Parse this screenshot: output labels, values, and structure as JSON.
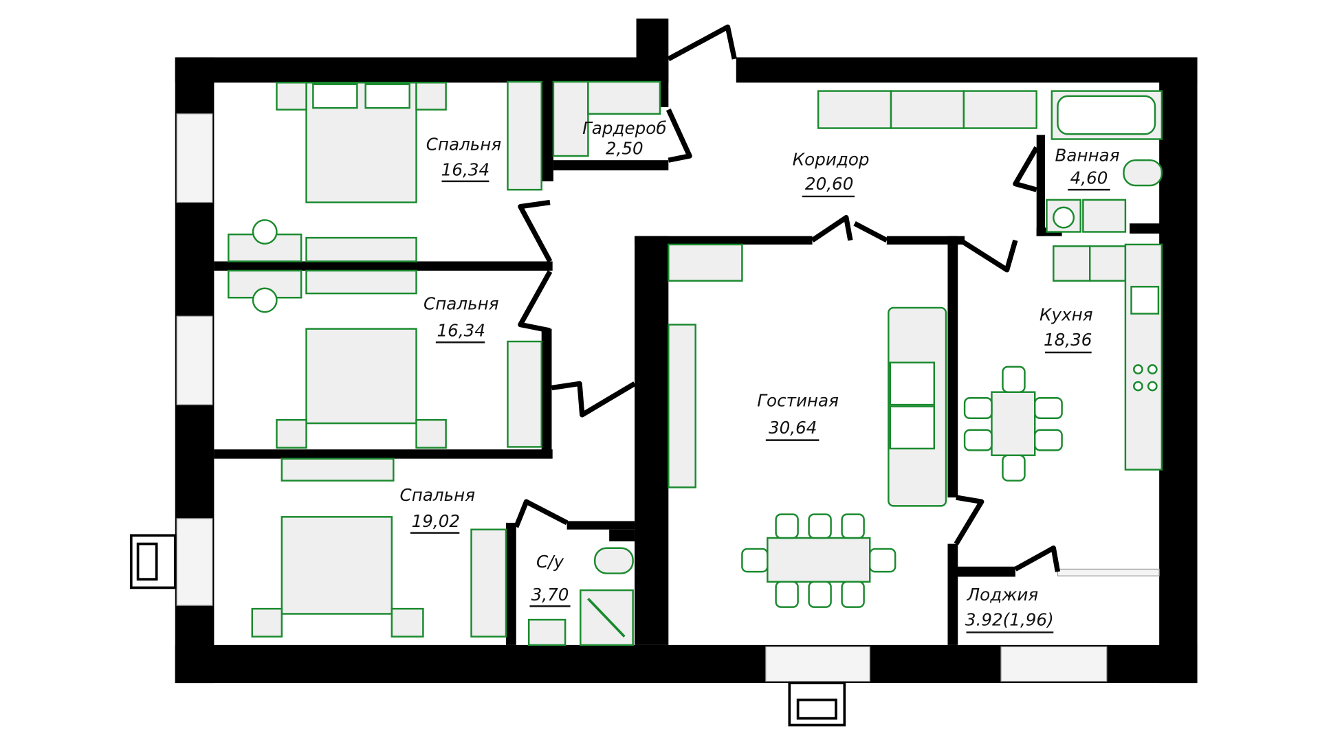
{
  "plan": {
    "colors": {
      "wall": "#000000",
      "furniture": "#1a8a2e",
      "furniture_fill": "#efefef"
    },
    "rooms": [
      {
        "name": "Спальня",
        "area": "16,34"
      },
      {
        "name": "Гардероб",
        "area": "2,50"
      },
      {
        "name": "Коридор",
        "area": "20,60"
      },
      {
        "name": "Ванная",
        "area": "4,60"
      },
      {
        "name": "Спальня",
        "area": "16,34"
      },
      {
        "name": "Кухня",
        "area": "18,36"
      },
      {
        "name": "Гостиная",
        "area": "30,64"
      },
      {
        "name": "Спальня",
        "area": "19,02"
      },
      {
        "name": "С/у",
        "area": "3,70"
      },
      {
        "name": "Лоджия",
        "area": "3.92(1,96)"
      }
    ]
  }
}
